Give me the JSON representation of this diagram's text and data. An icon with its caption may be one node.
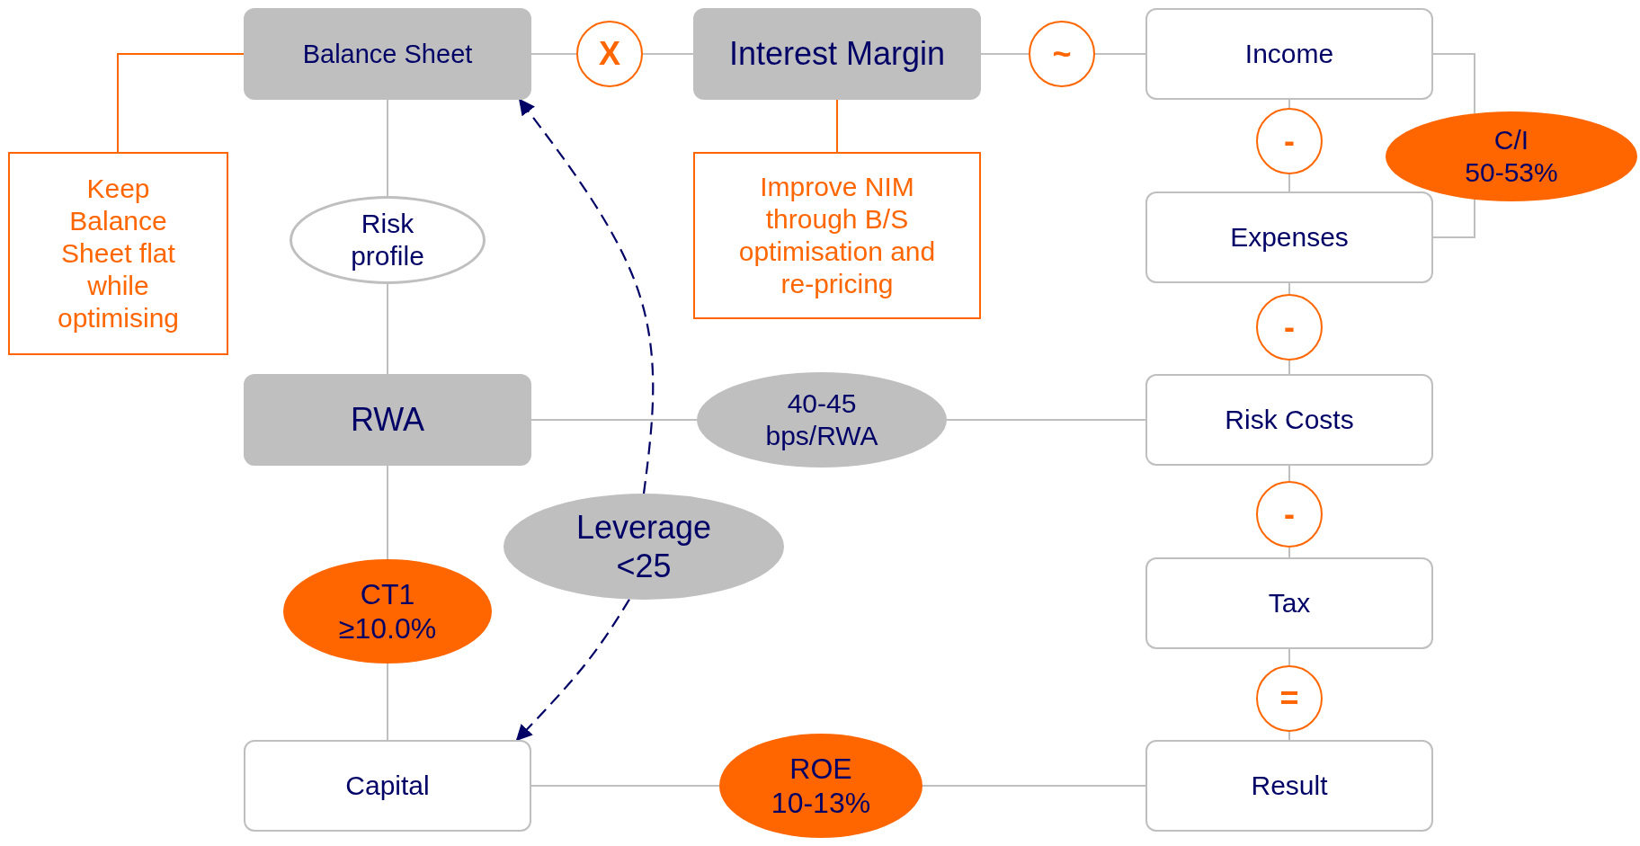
{
  "diagram": {
    "nodes": [
      {
        "text": [
          "Balance Sheet"
        ]
      },
      {
        "text": [
          "X"
        ]
      },
      {
        "text": [
          "Interest Margin"
        ]
      },
      {
        "text": [
          "~"
        ]
      },
      {
        "text": [
          "Income"
        ]
      },
      {
        "text": [
          "-"
        ]
      },
      {
        "text": [
          "C/I 50-53%"
        ]
      },
      {
        "text": [
          "Expenses"
        ]
      },
      {
        "text": [
          "-"
        ]
      },
      {
        "text": [
          "Risk Costs"
        ]
      },
      {
        "text": [
          "-"
        ]
      },
      {
        "text": [
          "Tax"
        ]
      },
      {
        "text": [
          "="
        ]
      },
      {
        "text": [
          "Result"
        ]
      },
      {
        "text": [
          "Keep Balance Sheet flat while optimising"
        ]
      },
      {
        "text": [
          "Risk profile"
        ]
      },
      {
        "text": [
          "Improve NIM through B/S optimisation and re-pricing"
        ]
      },
      {
        "text": [
          "RWA"
        ]
      },
      {
        "text": [
          "40-45 bps/RWA"
        ]
      },
      {
        "text": [
          "Leverage <25"
        ]
      },
      {
        "text": [
          "CT1 ≥10.0%"
        ]
      },
      {
        "text": [
          "Capital"
        ]
      },
      {
        "text": [
          "ROE 10-13%"
        ]
      }
    ],
    "edges": [
      {
        "from": 0,
        "to": 1,
        "arrow": "none"
      },
      {
        "from": 1,
        "to": 2,
        "arrow": "none"
      },
      {
        "from": 2,
        "to": 3,
        "arrow": "none"
      },
      {
        "from": 3,
        "to": 4,
        "arrow": "none"
      },
      {
        "from": 4,
        "to": 5,
        "arrow": "none"
      },
      {
        "from": 5,
        "to": 7,
        "arrow": "none"
      },
      {
        "from": 7,
        "to": 8,
        "arrow": "none"
      },
      {
        "from": 8,
        "to": 9,
        "arrow": "none"
      },
      {
        "from": 9,
        "to": 10,
        "arrow": "none"
      },
      {
        "from": 10,
        "to": 11,
        "arrow": "none"
      },
      {
        "from": 11,
        "to": 12,
        "arrow": "none"
      },
      {
        "from": 12,
        "to": 13,
        "arrow": "none"
      },
      {
        "from": 4,
        "to": 6,
        "arrow": "none"
      },
      {
        "from": 7,
        "to": 6,
        "arrow": "none"
      },
      {
        "from": 0,
        "to": 14,
        "arrow": "none",
        "color": "#ff6600"
      },
      {
        "from": 2,
        "to": 16,
        "arrow": "none",
        "color": "#ff6600"
      },
      {
        "from": 0,
        "to": 15,
        "arrow": "none"
      },
      {
        "from": 15,
        "to": 17,
        "arrow": "none"
      },
      {
        "from": 17,
        "to": 18,
        "arrow": "none"
      },
      {
        "from": 18,
        "to": 9,
        "arrow": "none"
      },
      {
        "from": 17,
        "to": 20,
        "arrow": "none"
      },
      {
        "from": 20,
        "to": 21,
        "arrow": "none"
      },
      {
        "from": 21,
        "to": 22,
        "arrow": "none"
      },
      {
        "from": 22,
        "to": 13,
        "arrow": "none"
      },
      {
        "from": 19,
        "to": 0,
        "arrow": "to",
        "style": "dashed",
        "color": "#000066"
      },
      {
        "from": 19,
        "to": 21,
        "arrow": "to",
        "style": "dashed",
        "color": "#000066"
      }
    ]
  }
}
